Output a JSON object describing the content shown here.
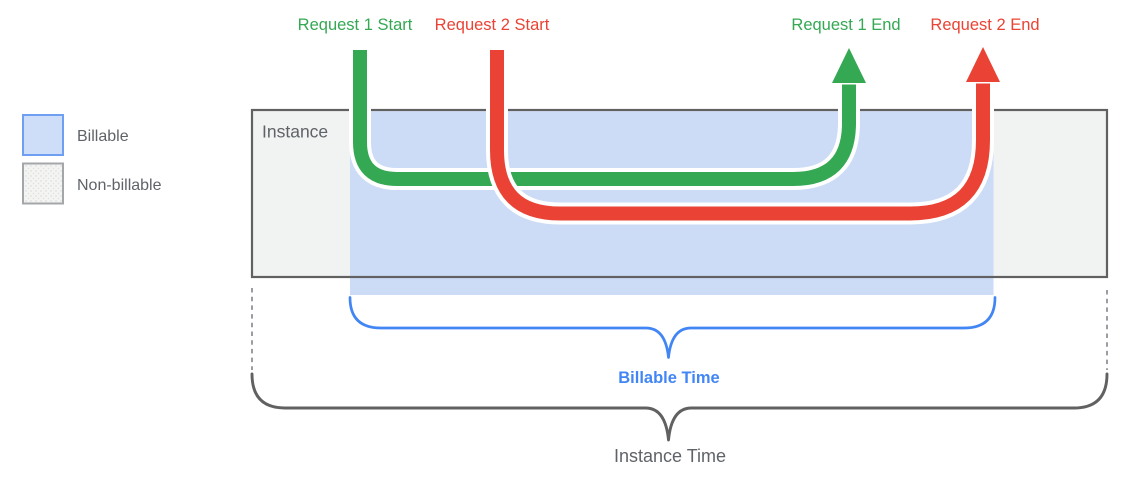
{
  "legend": {
    "items": [
      {
        "label": "Billable"
      },
      {
        "label": "Non-billable"
      }
    ],
    "billable_fill": "#cfdef8",
    "billable_border": "#6e9ff2",
    "nonbillable_border": "#a3a7aa"
  },
  "instance": {
    "label": "Instance",
    "fill": "#f1f3f2",
    "border": "#616161",
    "label_color": "#5f6368"
  },
  "billable_region": {
    "fill": "#ccdbf6"
  },
  "requests": {
    "0": {
      "start_label": "Request 1 Start",
      "end_label": "Request 1 End",
      "color": "#34a853"
    },
    "1": {
      "start_label": "Request 2 Start",
      "end_label": "Request 2 End",
      "color": "#ea4335"
    }
  },
  "annotations": {
    "billable_time": {
      "label": "Billable Time",
      "color": "#4285f4"
    },
    "instance_time": {
      "label": "Instance Time",
      "color": "#5f6368"
    }
  }
}
